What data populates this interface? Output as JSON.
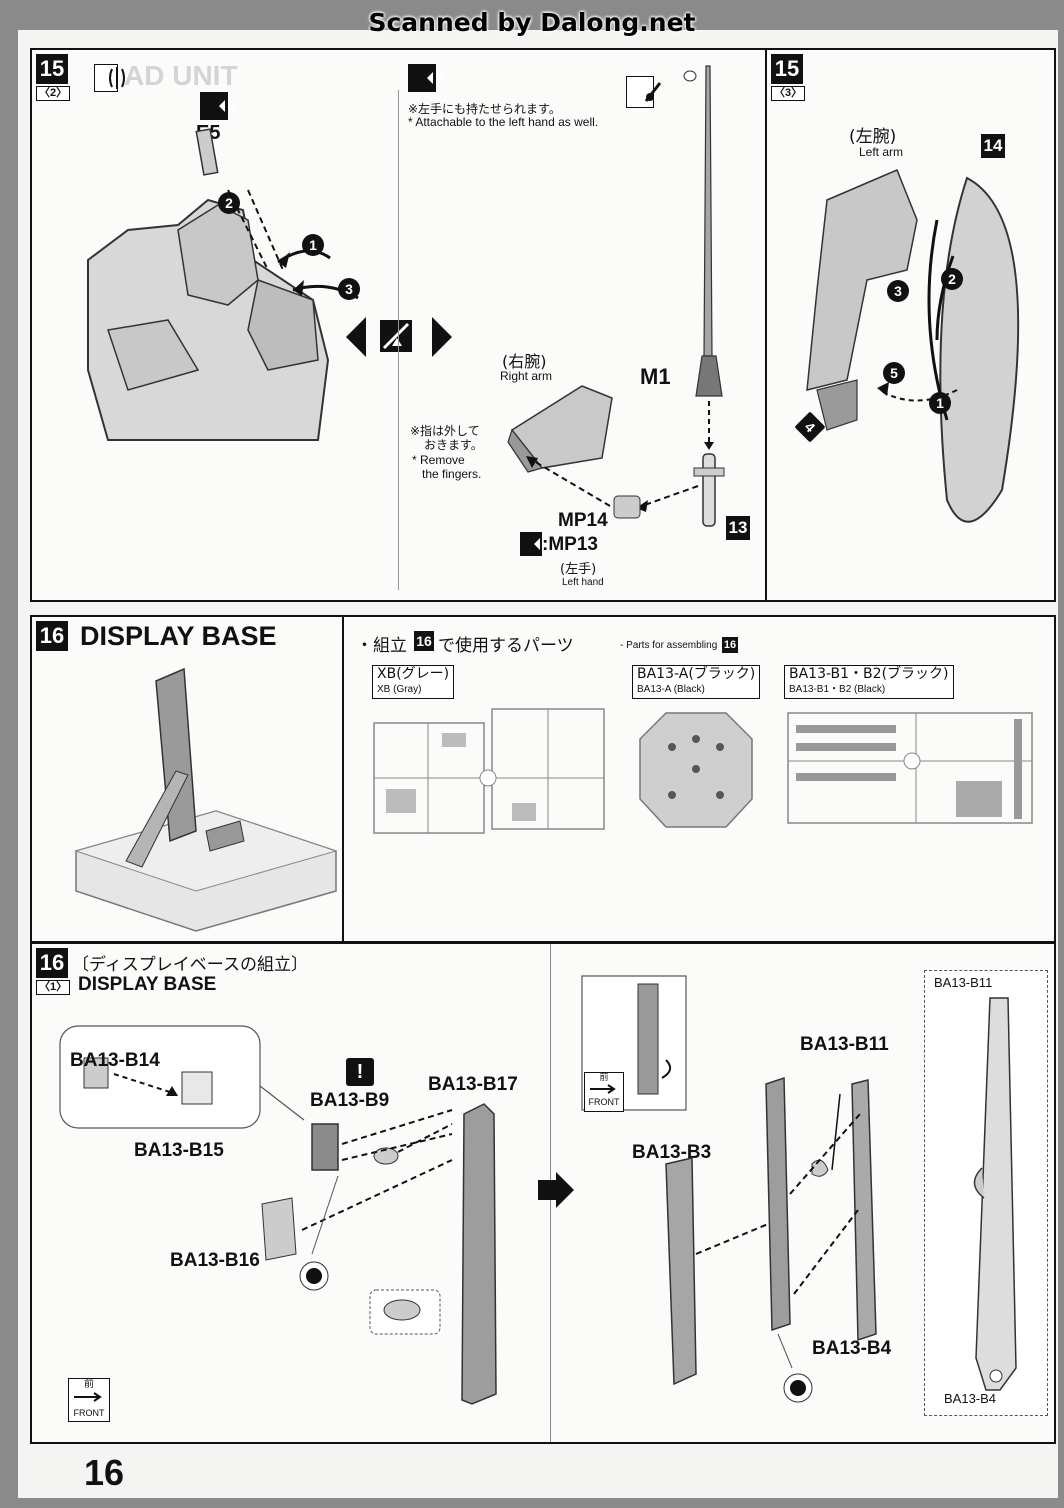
{
  "watermark": "Scanned by Dalong.net",
  "page_number": "16",
  "step15_2": {
    "step": "15",
    "sub": "〈2〉",
    "ghost_text": "AD UNIT",
    "part_e5": "E5",
    "note_jp": "※左手にも持たせられます。",
    "note_en": "* Attachable to the left hand as well.",
    "right_arm_jp": "(右腕)",
    "right_arm_en": "Right arm",
    "remove_fingers_jp1": "※指は外して",
    "remove_fingers_jp2": "おきます。",
    "remove_fingers_en1": "* Remove",
    "remove_fingers_en2": "the fingers.",
    "part_m1": "M1",
    "part_mp14": "MP14",
    "part_mp13": ":MP13",
    "left_hand_jp": "(左手)",
    "left_hand_en": "Left hand",
    "ref_step": "13",
    "arrow_steps": [
      "1",
      "2",
      "3"
    ]
  },
  "step15_3": {
    "step": "15",
    "sub": "〈3〉",
    "left_arm_jp": "(左腕)",
    "left_arm_en": "Left arm",
    "ref_step": "14",
    "arrow_steps": [
      "1",
      "2",
      "3",
      "4",
      "5"
    ]
  },
  "step16": {
    "step": "16",
    "title": "DISPLAY BASE",
    "parts_heading_jp": "・組立",
    "parts_heading_num": "16",
    "parts_heading_jp2": "で使用するパーツ",
    "parts_heading_en": "- Parts for assembling",
    "parts_heading_en_num": "16",
    "runners": [
      {
        "jp": "XB(グレー)",
        "en": "XB (Gray)"
      },
      {
        "jp": "BA13-A(ブラック)",
        "en": "BA13-A (Black)"
      },
      {
        "jp": "BA13-B1・B2(ブラック)",
        "en": "BA13-B1・B2 (Black)"
      }
    ]
  },
  "step16_1": {
    "step": "16",
    "sub": "〈1〉",
    "title_jp": "〔ディスプレイベースの組立〕",
    "title_en": "DISPLAY BASE",
    "parts": {
      "b14": "BA13-B14",
      "b15": "BA13-B15",
      "b9": "BA13-B9",
      "b17": "BA13-B17",
      "b16": "BA13-B16",
      "b11": "BA13-B11",
      "b3": "BA13-B3",
      "b4": "BA13-B4",
      "b11_inset": "BA13-B11",
      "b4_inset": "BA13-B4"
    },
    "front_jp": "前",
    "front_en": "FRONT",
    "front2_jp": "前",
    "front2_en": "FRONT",
    "caution": "!"
  }
}
